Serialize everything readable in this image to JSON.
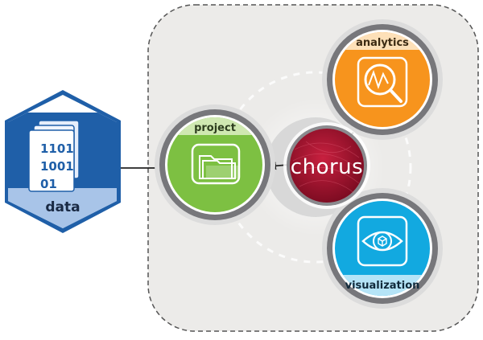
{
  "nodes": {
    "data": {
      "label": "data",
      "binary_lines": [
        "1101",
        "1001",
        "01"
      ],
      "icon": "binary-file-stack-icon",
      "color": "#1f5fa8"
    },
    "project": {
      "label": "project",
      "icon": "folder-icon",
      "color": "#7dc042"
    },
    "chorus": {
      "label": "chorus",
      "color": "#a3112c"
    },
    "analytics": {
      "label": "analytics",
      "icon": "chart-magnifier-icon",
      "color": "#f7941d"
    },
    "visualization": {
      "label": "visualization",
      "icon": "eye-cube-icon",
      "color": "#12a9e0"
    }
  },
  "colors": {
    "panel_fill": "#ecebe9",
    "ring_gray": "#77777b",
    "arrow": "#222222"
  }
}
